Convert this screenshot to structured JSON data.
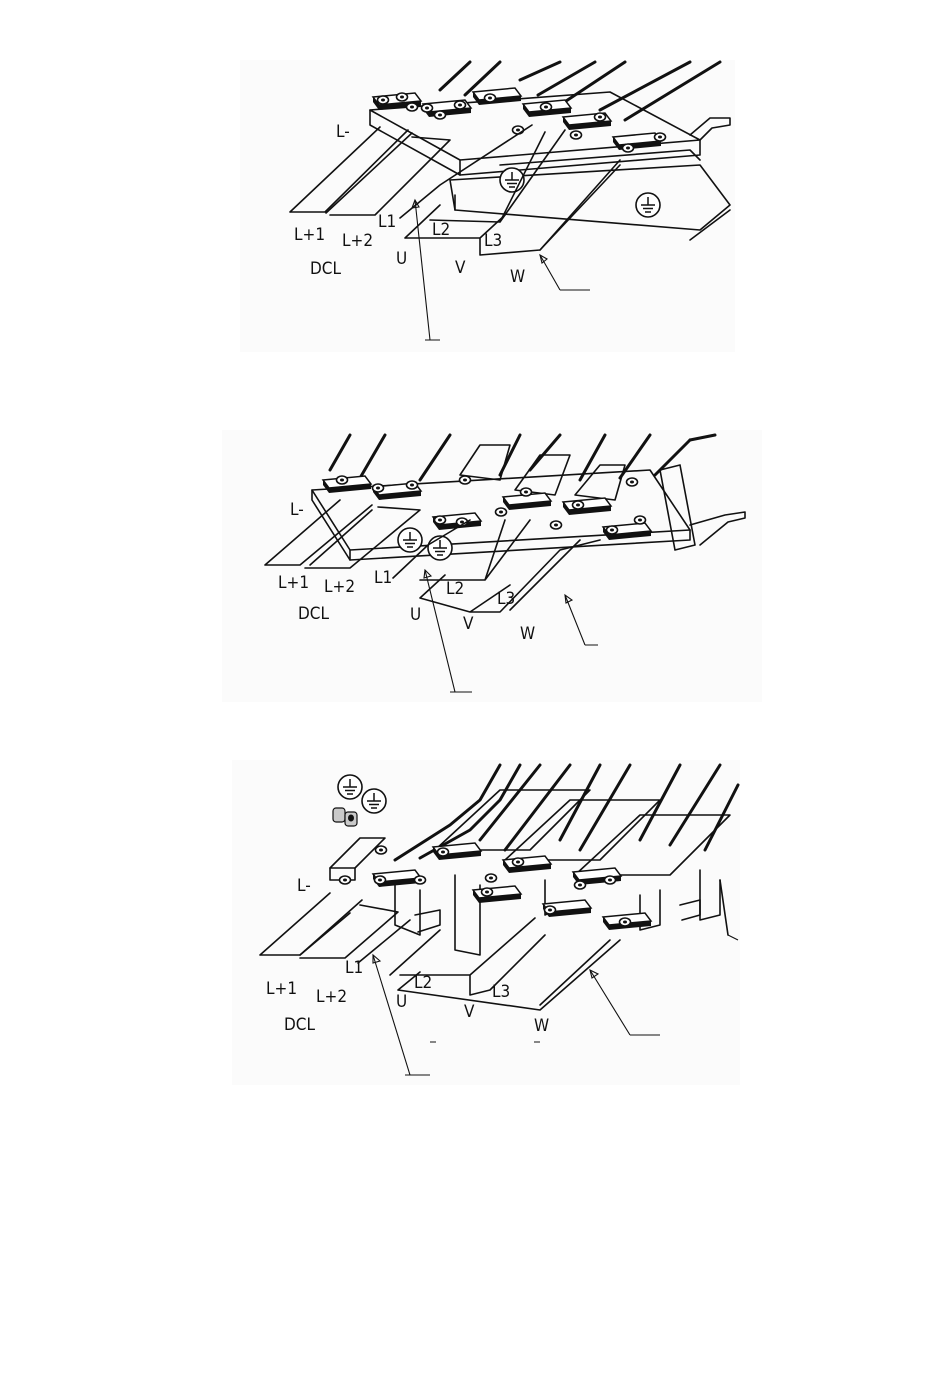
{
  "figures": [
    {
      "id": "figure-1",
      "labels": {
        "l_minus": "L-",
        "l_plus1": "L+1",
        "l_plus2": "L+2",
        "dcl": "DCL",
        "l1": "L1",
        "l2": "L2",
        "l3": "L3",
        "u": "U",
        "v": "V",
        "w": "W"
      },
      "ground_symbols": 2
    },
    {
      "id": "figure-2",
      "labels": {
        "l_minus": "L-",
        "l_plus1": "L+1",
        "l_plus2": "L+2",
        "dcl": "DCL",
        "l1": "L1",
        "l2": "L2",
        "l3": "L3",
        "u": "U",
        "v": "V",
        "w": "W"
      },
      "ground_symbols": 2
    },
    {
      "id": "figure-3",
      "labels": {
        "l_minus": "L-",
        "l_plus1": "L+1",
        "l_plus2": "L+2",
        "dcl": "DCL",
        "l1": "L1",
        "l2": "L2",
        "l3": "L3",
        "u": "U",
        "v": "V",
        "w": "W"
      },
      "ground_symbols": 2
    }
  ]
}
